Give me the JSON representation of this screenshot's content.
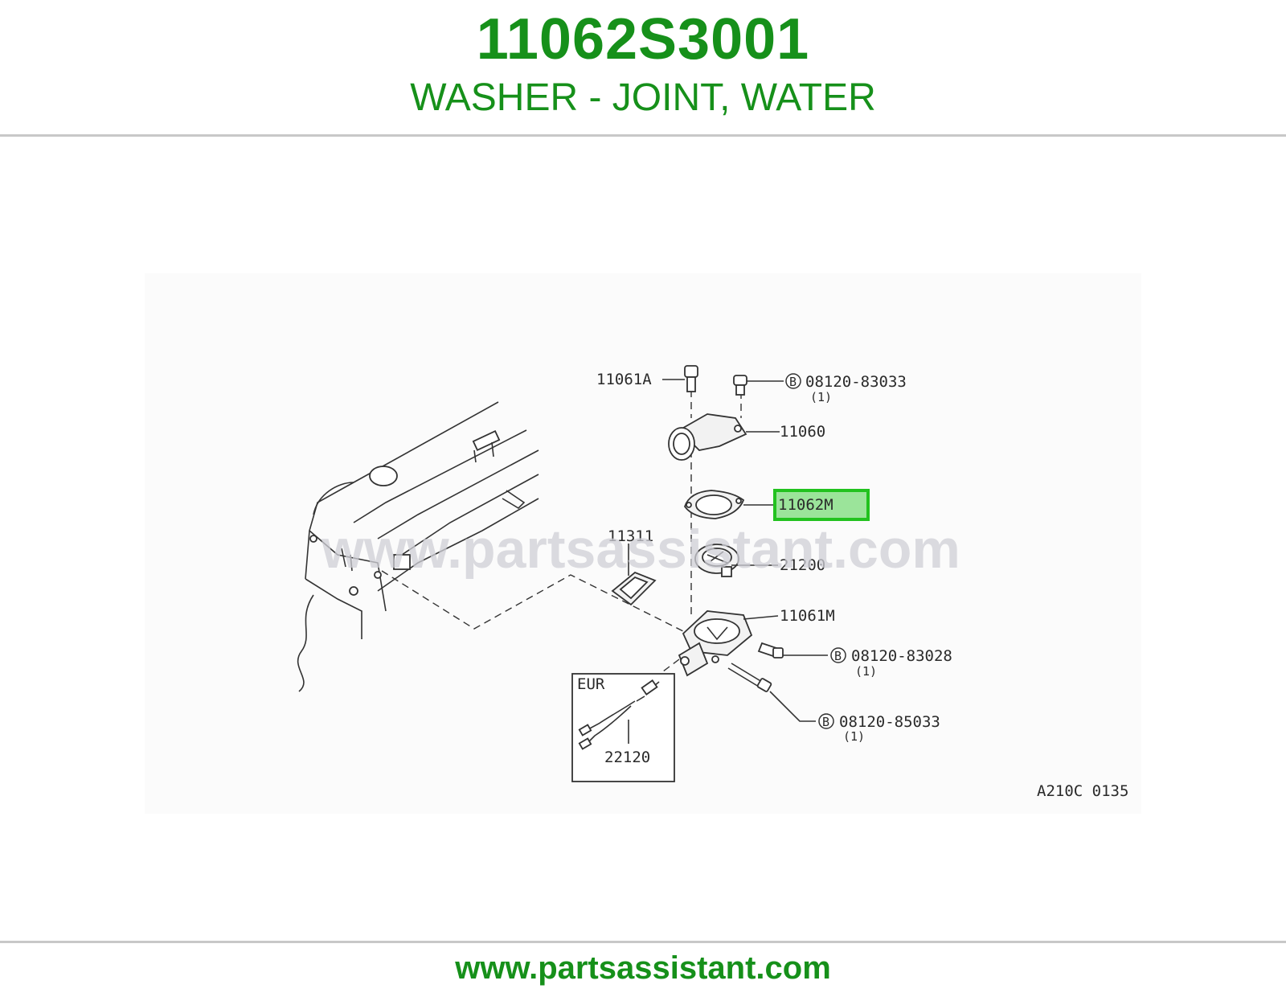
{
  "header": {
    "part_number": "11062S3001",
    "part_description": "WASHER - JOINT, WATER"
  },
  "diagram": {
    "watermark": "www.partsassistant.com",
    "figure_code": "A210C 0135",
    "highlight_color": "#22c21f",
    "callouts": {
      "c_11061a": "11061A",
      "c_08120_83033": "08120-83033",
      "c_08120_83033_qty": "(1)",
      "c_11060": "11060",
      "c_11062m": "11062M",
      "c_11311": "11311",
      "c_21200": "21200",
      "c_11061m": "11061M",
      "c_08120_83028": "08120-83028",
      "c_08120_83028_qty": "(1)",
      "c_08120_85033": "08120-85033",
      "c_08120_85033_qty": "(1)",
      "c_22120": "22120",
      "eur": "EUR",
      "bolt_badge": "B"
    }
  },
  "footer": {
    "url": "www.partsassistant.com"
  }
}
